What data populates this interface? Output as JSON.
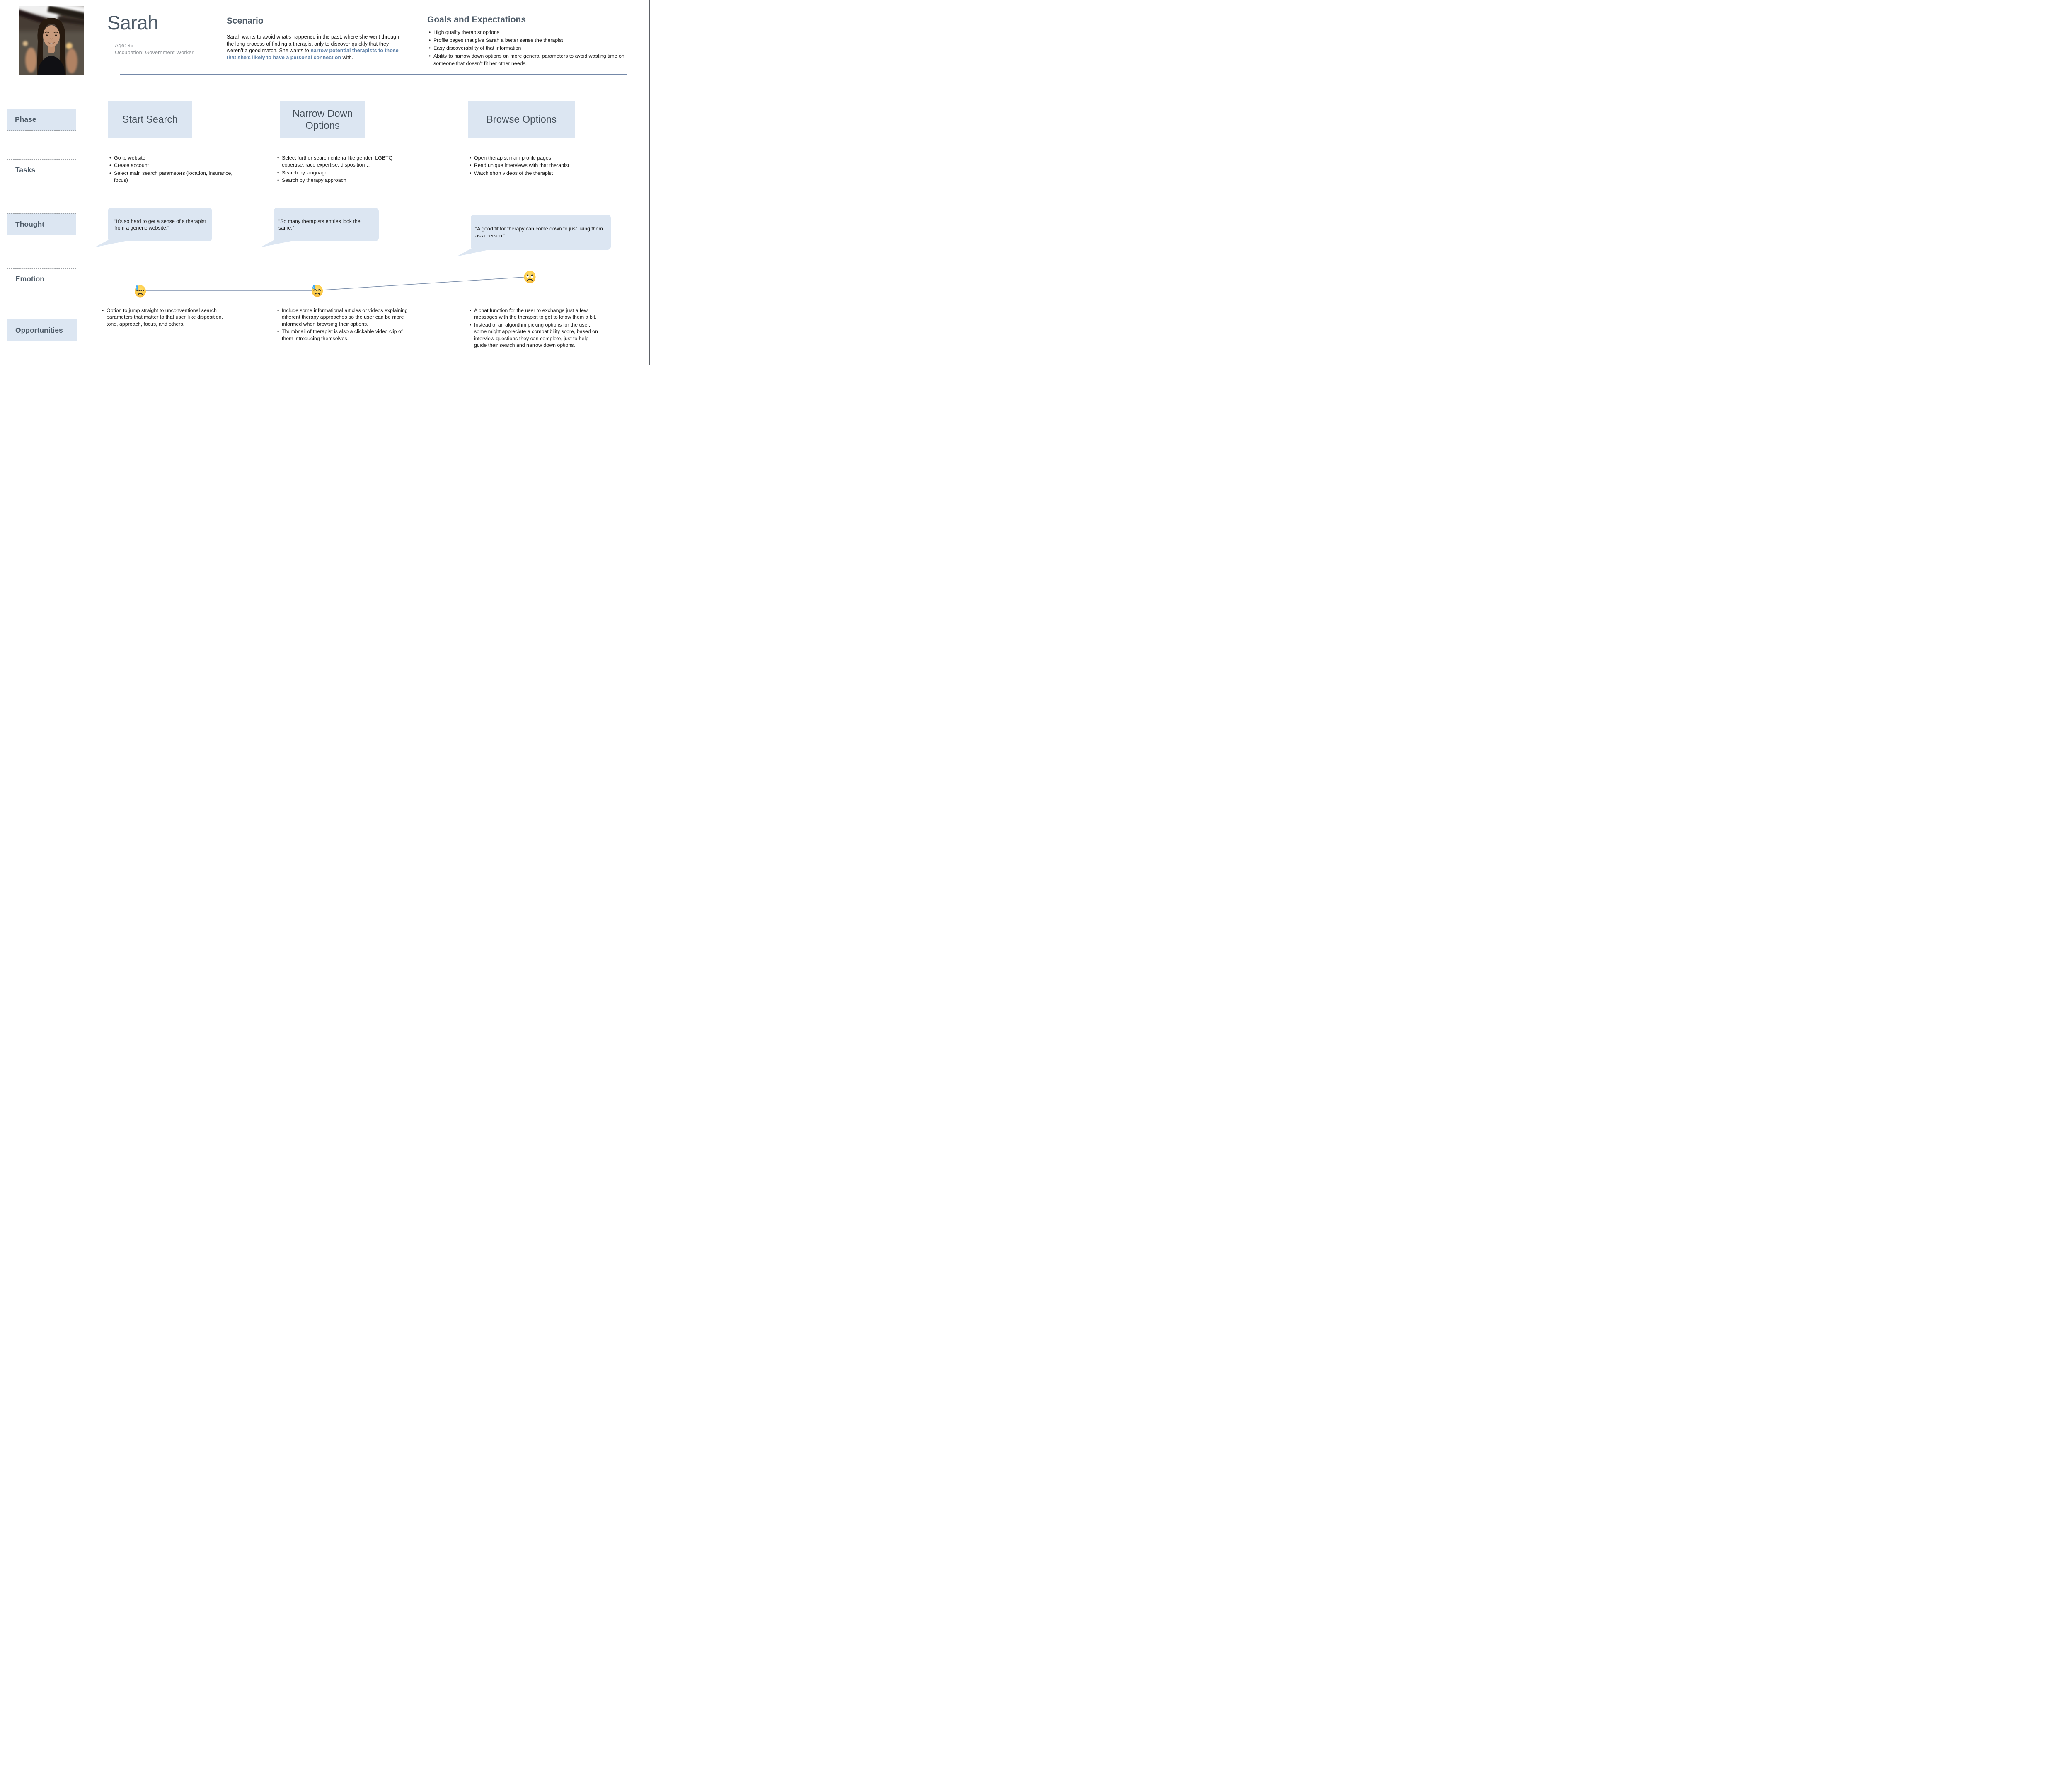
{
  "persona": {
    "name": "Sarah",
    "age_label": "Age: 36",
    "occupation_label": "Occupation: Government Worker"
  },
  "scenario": {
    "title": "Scenario",
    "text_before": "Sarah wants to avoid what’s happened in the past, where she went through the long process of finding a therapist only to discover quickly that they weren’t a good match. She wants to ",
    "text_bold": "narrow potential therapists to those that she’s likely to have a personal connection",
    "text_after": " with."
  },
  "goals": {
    "title": "Goals and Expectations",
    "items": [
      "High quality therapist options",
      "Profile pages that give Sarah a better sense the therapist",
      "Easy discoverability of that information",
      "Ability to narrow down options on more general parameters to avoid wasting time on someone that doesn’t fit her other needs."
    ]
  },
  "row_labels": {
    "phase": "Phase",
    "tasks": "Tasks",
    "thought": "Thought",
    "emotion": "Emotion",
    "opportunities": "Opportunities"
  },
  "phases": [
    "Start Search",
    "Narrow Down Options",
    "Browse Options"
  ],
  "tasks": {
    "start_search": [
      "Go to website",
      "Create account",
      "Select main search parameters (location, insurance, focus)"
    ],
    "narrow_down": [
      "Select further search criteria like gender, LGBTQ expertise, race expertise, disposition…",
      "Search by language",
      "Search by therapy approach"
    ],
    "browse": [
      "Open therapist main profile pages",
      "Read unique interviews with that therapist",
      "Watch short videos of the therapist"
    ]
  },
  "thoughts": {
    "start_search": "“It’s so hard to get a sense of a therapist from a generic website.”",
    "narrow_down": "“So many therapists entries look the same.”",
    "browse": "“A good fit for therapy can come down to just liking them as a person.”"
  },
  "emotion": {
    "icons": [
      {
        "name": "downcast-face-with-sweat"
      },
      {
        "name": "downcast-face-with-sweat"
      },
      {
        "name": "slightly-frowning-face"
      }
    ]
  },
  "opportunities": {
    "start_search": [
      "Option to jump straight to unconventional search parameters that matter to that user, like disposition, tone, approach, focus, and others."
    ],
    "narrow_down": [
      "Include some informational articles or videos explaining different therapy approaches so the user can be more informed when browsing their options.",
      "Thumbnail of therapist is also a clickable video clip of them introducing themselves."
    ],
    "browse": [
      "A chat function for the user to exchange just a few messages with the therapist to get to know them a bit.",
      "Instead of an algorithm picking options for the user, some might appreciate a compatibility score, based on interview questions they can complete, just to help guide their search and narrow down options."
    ]
  },
  "colors": {
    "accent_fill": "#dce6f2",
    "divider_line": "#7488a8",
    "heading_text": "#4e5b68",
    "highlight_text": "#5d80a8",
    "emoji_yellow": "#fdca45",
    "sweat_blue": "#3fa9f5"
  }
}
